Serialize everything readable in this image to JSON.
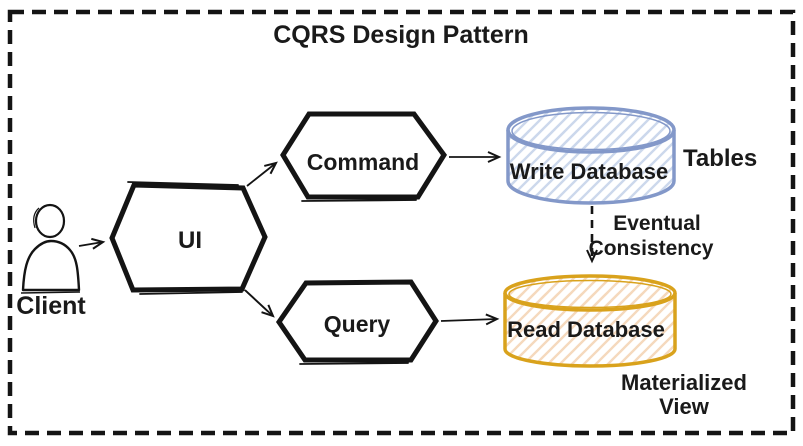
{
  "title": "CQRS Design Pattern",
  "nodes": {
    "client": {
      "label": "Client"
    },
    "ui": {
      "label": "UI"
    },
    "command": {
      "label": "Command"
    },
    "query": {
      "label": "Query"
    },
    "write_db": {
      "label": "Write Database"
    },
    "read_db": {
      "label": "Read Database"
    }
  },
  "annotations": {
    "tables": "Tables",
    "materialized_view": {
      "line1": "Materialized",
      "line2": "View"
    },
    "eventual_consistency": {
      "line1": "Eventual",
      "line2": "Consistency"
    }
  },
  "colors": {
    "ink": "#141414",
    "write_db_stroke": "#8398c9",
    "write_db_hatch": "#ccd8ec",
    "read_db_stroke": "#d9a21c",
    "read_db_hatch": "#f5d9bd"
  }
}
